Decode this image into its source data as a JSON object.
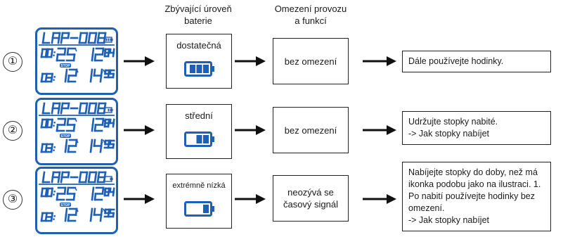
{
  "headers": {
    "battery": [
      "Zbývající úroveň",
      "baterie"
    ],
    "restriction": [
      "Omezení provozu",
      "a funkcí"
    ]
  },
  "display": {
    "lap": "LAP-008",
    "time1_hm": "00:25",
    "time1_s": "12",
    "time1_cs": "84",
    "stop_label": "STOP",
    "time2_h": "03:",
    "time2_m": "12",
    "time2_s": "14",
    "time2_cs": "95"
  },
  "rows": [
    {
      "number": "①",
      "battery_level": "dostatečná",
      "battery_bars": 3,
      "restriction": [
        "bez omezení"
      ],
      "message": [
        "Dále používejte hodinky."
      ]
    },
    {
      "number": "②",
      "battery_level": "střední",
      "battery_bars": 2,
      "restriction": [
        "bez omezení"
      ],
      "message": [
        "Udržujte stopky nabité.",
        "-> Jak stopky nabíjet"
      ]
    },
    {
      "number": "③",
      "battery_level": "extrémně nízká",
      "battery_bars": 1,
      "restriction": [
        "neozývá se",
        "časový signál"
      ],
      "message": [
        "Nabíjejte stopky do doby, než má",
        "ikonka podobu jako na ilustraci. 1.",
        "Po nabití používejte hodinky bez",
        "omezení.",
        "-> Jak stopky nabíjet"
      ]
    }
  ],
  "colors": {
    "lcd_blue": "#1f5fb4",
    "line": "#222222"
  }
}
